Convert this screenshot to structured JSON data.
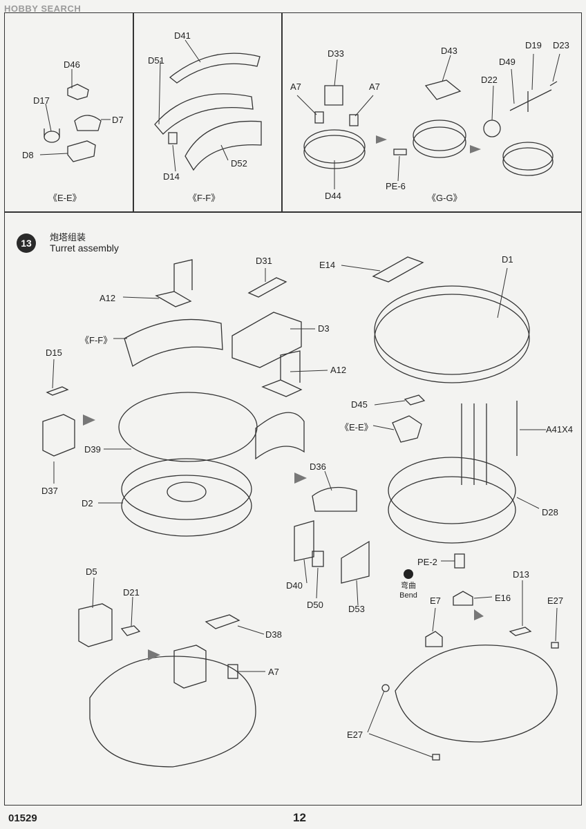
{
  "watermark": "HOBBY SEARCH",
  "panels": {
    "ee": {
      "labels": [
        "D46",
        "D17",
        "D7",
        "D8"
      ],
      "caption": "《E-E》"
    },
    "ff": {
      "labels": [
        "D41",
        "D51",
        "D14",
        "D52"
      ],
      "caption": "《F-F》"
    },
    "gg": {
      "labels": [
        "D33",
        "A7",
        "A7",
        "D44",
        "D43",
        "PE-6",
        "D49",
        "D19",
        "D23",
        "D22"
      ],
      "caption": "《G-G》"
    }
  },
  "step": {
    "number": "13",
    "title_zh": "炮塔组装",
    "title_en": "Turret assembly"
  },
  "main_labels": {
    "a12_top": "A12",
    "d31": "D31",
    "d3": "D3",
    "ff_ref": "《F-F》",
    "a12_mid": "A12",
    "d15": "D15",
    "d39": "D39",
    "d37": "D37",
    "d2": "D2",
    "e14": "E14",
    "d1": "D1",
    "d45": "D45",
    "ee_ref": "《E-E》",
    "a41x4": "A41X4",
    "d28": "D28",
    "d36": "D36",
    "d40": "D40",
    "d50": "D50",
    "d53": "D53",
    "d5": "D5",
    "d21": "D21",
    "d38": "D38",
    "a7": "A7",
    "pe2": "PE-2",
    "bend_zh": "弯曲",
    "bend_en": "Bend",
    "e16": "E16",
    "d13": "D13",
    "e7": "E7",
    "e27_top": "E27",
    "e27_bottom": "E27"
  },
  "footer": {
    "code": "01529",
    "page": "12"
  }
}
